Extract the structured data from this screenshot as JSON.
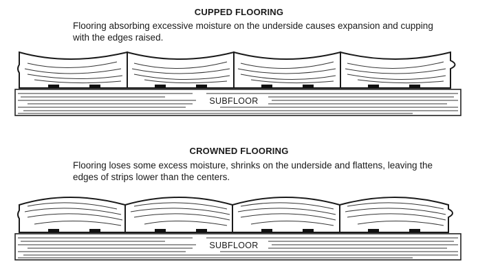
{
  "cupped": {
    "title": "CUPPED FLOORING",
    "description": "Flooring absorbing excessive moisture on the underside causes expansion and cupping with the edges raised.",
    "subfloor_label": "SUBFLOOR"
  },
  "crowned": {
    "title": "CROWNED FLOORING",
    "description": "Flooring loses some excess moisture, shrinks on the underside and flattens, leaving the edges of strips lower than the centers.",
    "subfloor_label": "SUBFLOOR"
  }
}
